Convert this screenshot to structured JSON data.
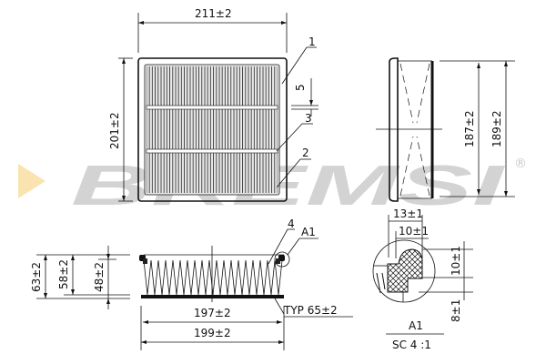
{
  "watermark": {
    "brand": "BREMSI",
    "registered": "®",
    "arrow_color": "#fbe3b0",
    "text_color": "#d3d3d3"
  },
  "front_view": {
    "width_dim": "211±2",
    "height_dim": "201±2",
    "gap_dim": "5",
    "callouts": [
      "1",
      "3",
      "2"
    ]
  },
  "side_view": {
    "inner_height_dim": "187±2",
    "outer_height_dim": "189±2"
  },
  "section_view": {
    "heights": [
      "63±2",
      "58±2",
      "48±2"
    ],
    "inner_width_dim": "197±2",
    "outer_width_dim": "199±2",
    "callout_4": "4",
    "detail_ref": "A1",
    "pleat_note": "TYP 65±2"
  },
  "detail_view": {
    "width_outer_dim": "13±1",
    "width_inner_dim": "10±1",
    "height_upper_dim": "10±1",
    "height_lower_dim": "8±1",
    "label": "A1",
    "scale": "SC 4 :1"
  }
}
